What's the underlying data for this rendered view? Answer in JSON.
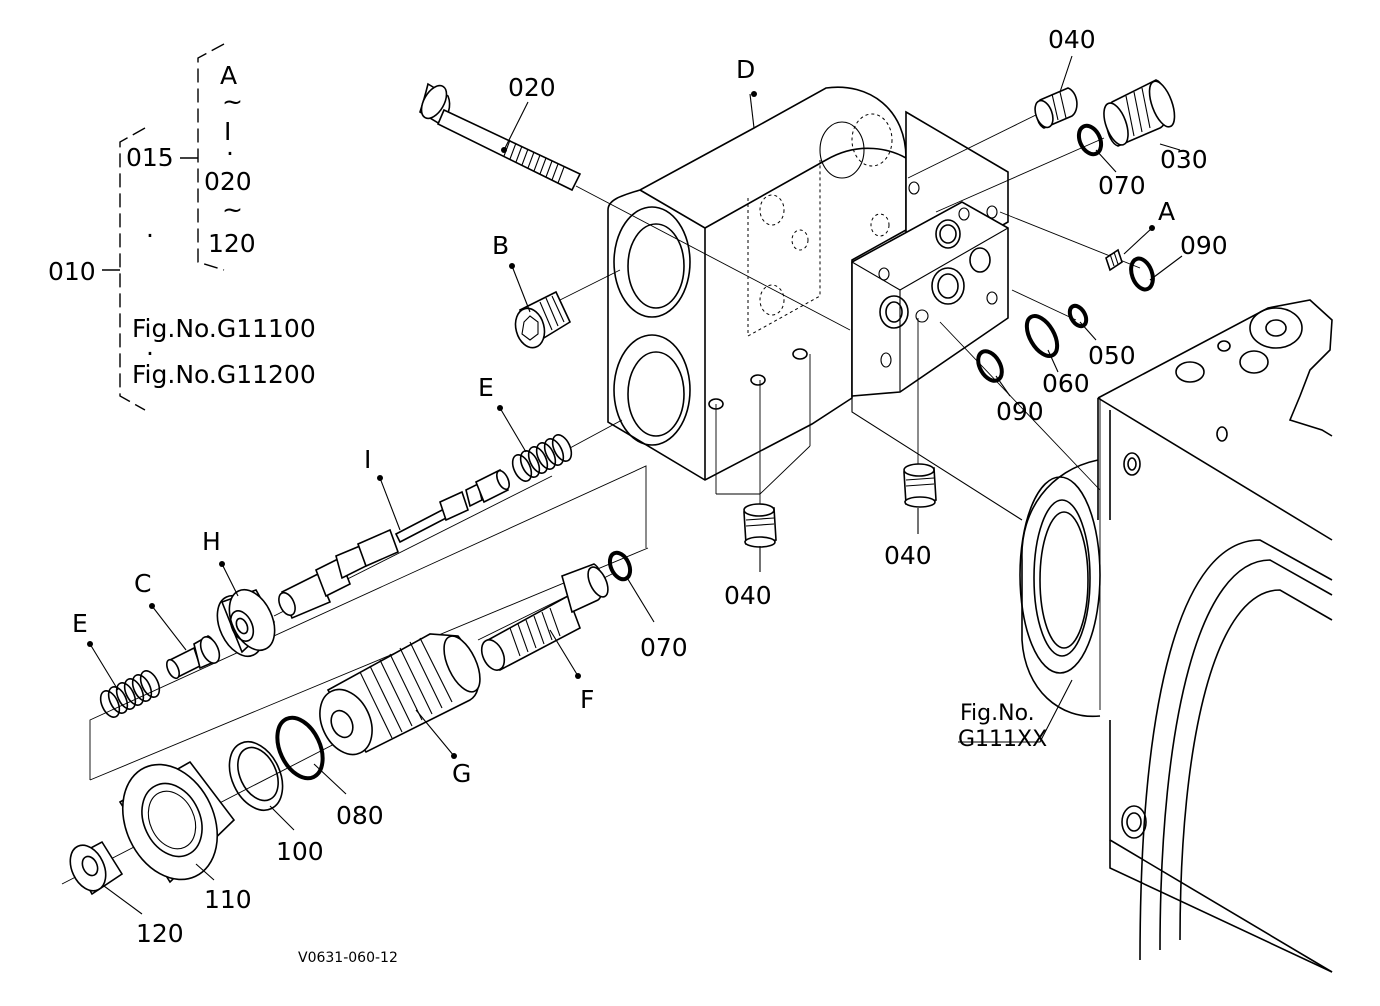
{
  "diagram": {
    "code": "V0631-060-12",
    "assembly": {
      "main": "010",
      "sub": "015",
      "range_start": "A",
      "range_start_end": "I",
      "range_sep": "~",
      "range_mid": "020",
      "range_end": "120",
      "dot": "·",
      "fig_refs": [
        "Fig.No.G11100",
        "Fig.No.G11200"
      ]
    },
    "housing_ref": {
      "line1": "Fig.No.",
      "line2": "G111XX"
    },
    "callouts": {
      "p020": "020",
      "pD": "D",
      "p040_top": "040",
      "p030": "030",
      "p070_top": "070",
      "pA": "A",
      "p090_right": "090",
      "pB": "B",
      "p050": "050",
      "p060": "060",
      "p090_mid": "090",
      "pE_upper": "E",
      "pI": "I",
      "p040_left": "040",
      "p040_mid": "040",
      "pH": "H",
      "pC": "C",
      "pE_lower": "E",
      "p070_mid": "070",
      "pF": "F",
      "pG": "G",
      "p080": "080",
      "p100": "100",
      "p110": "110",
      "p120": "120"
    }
  }
}
